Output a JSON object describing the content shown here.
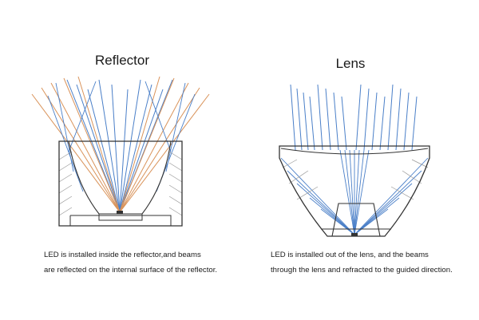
{
  "reflector": {
    "title": "Reflector",
    "caption_line1": "LED is installed inside the reflector,and beams",
    "caption_line2": "are reflected on the internal surface of the reflector."
  },
  "lens": {
    "title": "Lens",
    "caption_line1": "LED is installed out of the lens, and the beams",
    "caption_line2": "through the lens and refracted to the guided direction."
  },
  "colors": {
    "outline": "#333333",
    "direct_beam": "#4a7fc8",
    "reflected_beam": "#d9935a",
    "guide_line": "#9a9a9a"
  }
}
